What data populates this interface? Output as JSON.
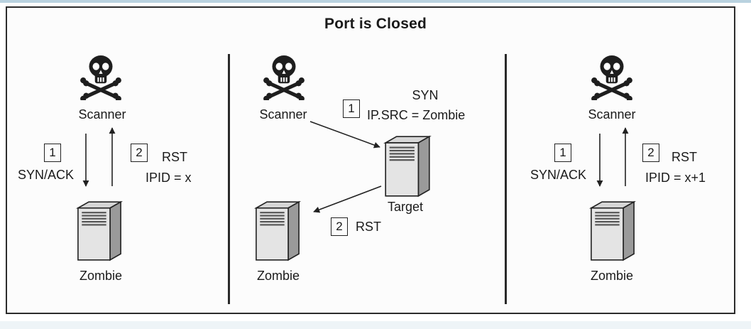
{
  "title": "Port is Closed",
  "icons": {
    "attacker": "skull-crossbones-icon",
    "host": "tower-server-icon"
  },
  "panels": [
    {
      "scanner_label": "Scanner",
      "zombie_label": "Zombie",
      "step1": {
        "number": "1",
        "text": "SYN/ACK"
      },
      "step2": {
        "number": "2",
        "text_line1": "RST",
        "text_line2": "IPID = x"
      }
    },
    {
      "scanner_label": "Scanner",
      "target_label": "Target",
      "zombie_label": "Zombie",
      "step1": {
        "number": "1",
        "text_line1": "SYN",
        "text_line2": "IP.SRC = Zombie"
      },
      "step2": {
        "number": "2",
        "text": "RST"
      }
    },
    {
      "scanner_label": "Scanner",
      "zombie_label": "Zombie",
      "step1": {
        "number": "1",
        "text": "SYN/ACK"
      },
      "step2": {
        "number": "2",
        "text_line1": "RST",
        "text_line2": "IPID = x+1"
      }
    }
  ]
}
